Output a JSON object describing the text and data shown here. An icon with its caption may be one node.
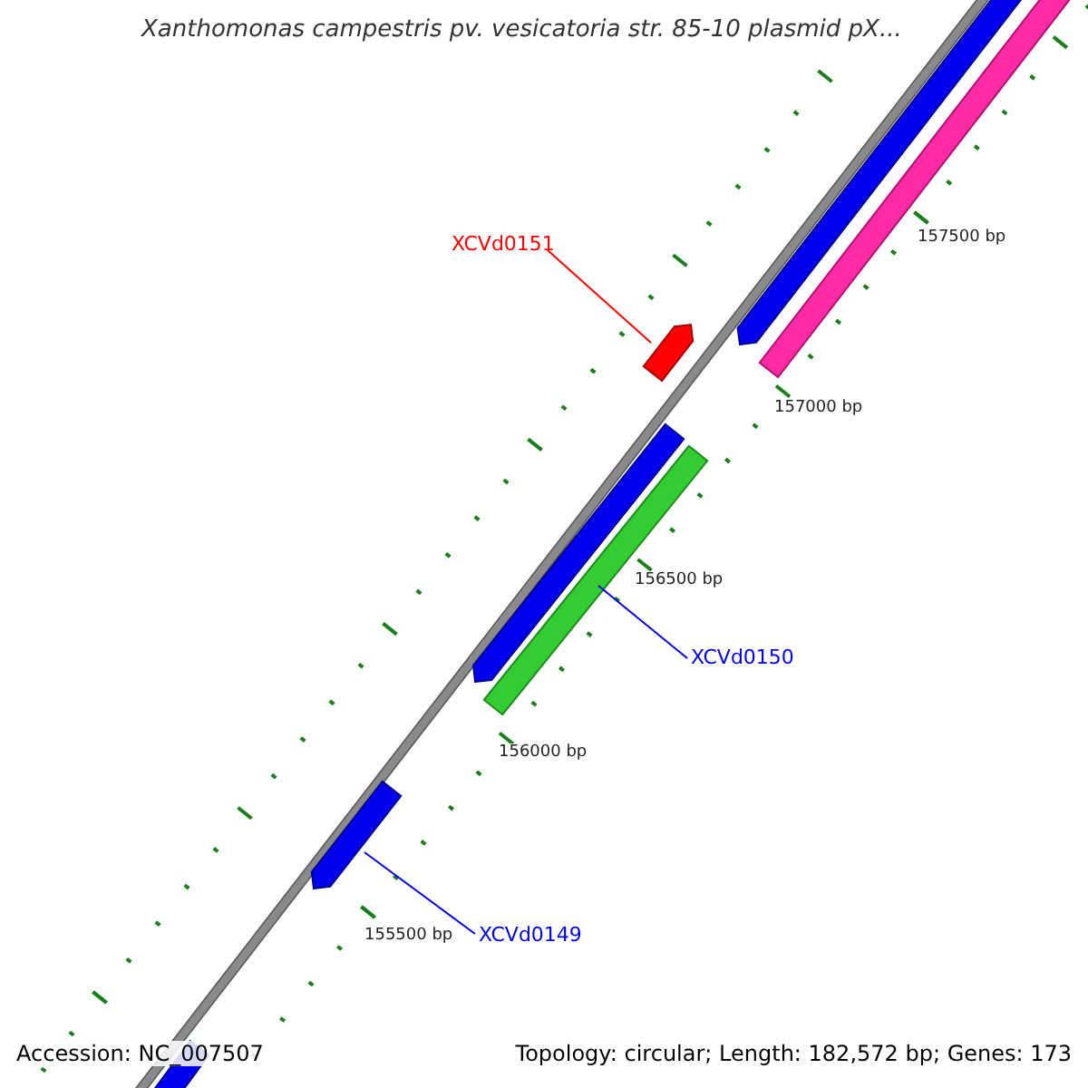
{
  "diagram": {
    "title": "Xanthomonas campestris pv. vesicatoria str. 85-10 plasmid pX...",
    "nodes": [
      {
        "text": [
          "XCVd0151"
        ]
      },
      {
        "text": [],
        "shape": "bar"
      },
      {
        "text": [
          "XCVd0150"
        ]
      },
      {
        "text": [],
        "shape": "bar"
      },
      {
        "text": [
          "XCVd0149"
        ]
      },
      {
        "text": [],
        "shape": "bar"
      }
    ],
    "edges": [
      {
        "from": 0,
        "to": 1,
        "arrow": "none",
        "color": "#ff0000"
      },
      {
        "from": 2,
        "to": 3,
        "arrow": "none"
      },
      {
        "from": 4,
        "to": 5,
        "arrow": "none"
      }
    ],
    "labels": [
      "157500 bp",
      "157000 bp",
      "156500 bp",
      "156000 bp",
      "155500 bp",
      "Accession: NC_007507",
      "Topology: circular; Length: 182,572 bp; Genes: 173"
    ]
  }
}
